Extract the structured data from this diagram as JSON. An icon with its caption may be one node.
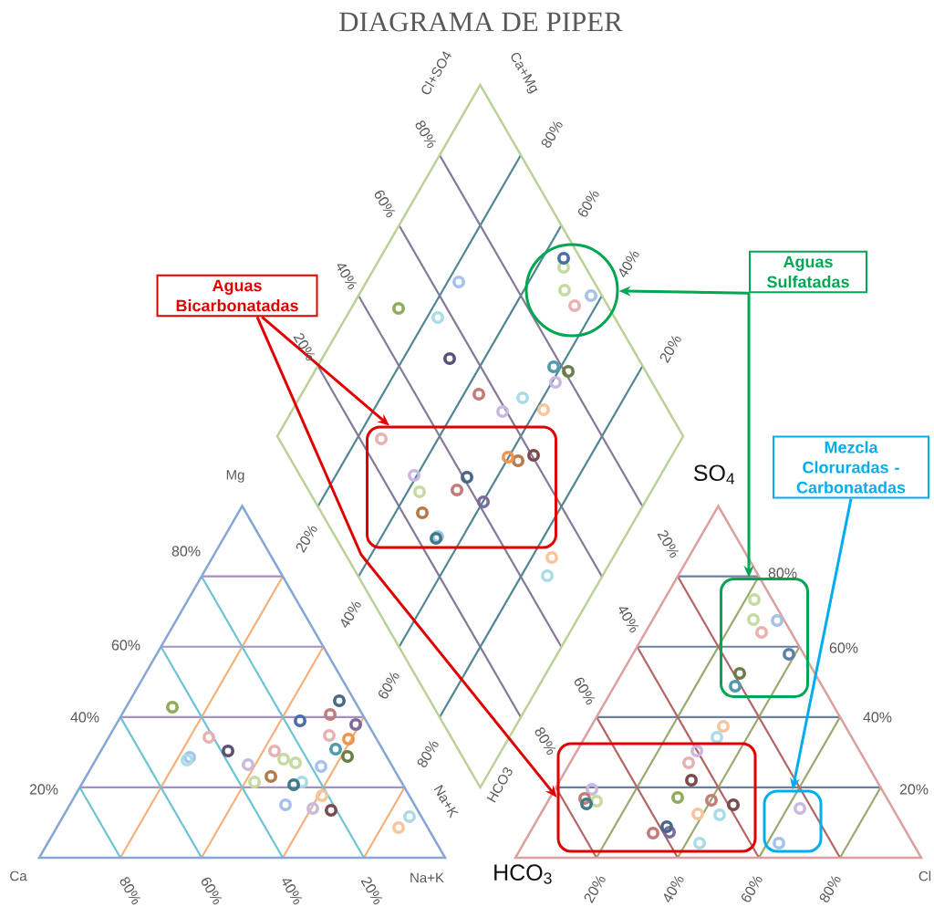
{
  "diagram": {
    "title": "DIAGRAMA DE PIPER",
    "nodes": [
      {
        "text": [
          "Aguas Bicarbonatadas"
        ]
      },
      {
        "text": [
          "Aguas Sulfatadas"
        ]
      },
      {
        "text": [],
        "shape": "circle"
      },
      {
        "text": [
          "Mezcla Cloruradas - Carbonatadas"
        ]
      },
      {
        "text": [],
        "shape": "box"
      },
      {
        "text": [],
        "shape": "box"
      },
      {
        "text": [],
        "shape": "box"
      },
      {
        "text": [],
        "shape": "box"
      }
    ],
    "edges": [
      {
        "from": 0,
        "to": 4,
        "arrow": "to",
        "color": "#e00000"
      },
      {
        "from": 0,
        "to": 6,
        "arrow": "to",
        "color": "#e00000"
      },
      {
        "from": 1,
        "to": 2,
        "arrow": "to",
        "color": "#00a651"
      },
      {
        "from": 1,
        "to": 5,
        "arrow": "to",
        "color": "#00a651"
      },
      {
        "from": 3,
        "to": 7,
        "arrow": "to",
        "color": "#00aeef"
      }
    ],
    "labels": [
      "Cl+SO4",
      "Ca+Mg",
      "80%",
      "80%",
      "60%",
      "60%",
      "40%",
      "40%",
      "20%",
      "20%",
      "Mg",
      "SO$_{4}$",
      "20%",
      "20%",
      "80%",
      "80%",
      "40%",
      "40%",
      "60%",
      "60%",
      "60%",
      "60%",
      "40%",
      "40%",
      "80%",
      "80%",
      "HCO3",
      "Na+K",
      "20%",
      "20%",
      "Ca",
      "Na+K",
      "HCO$_{3}$",
      "Cl",
      "80%",
      "60%",
      "40%",
      "20%",
      "20%",
      "40%",
      "60%",
      "80%"
    ]
  }
}
